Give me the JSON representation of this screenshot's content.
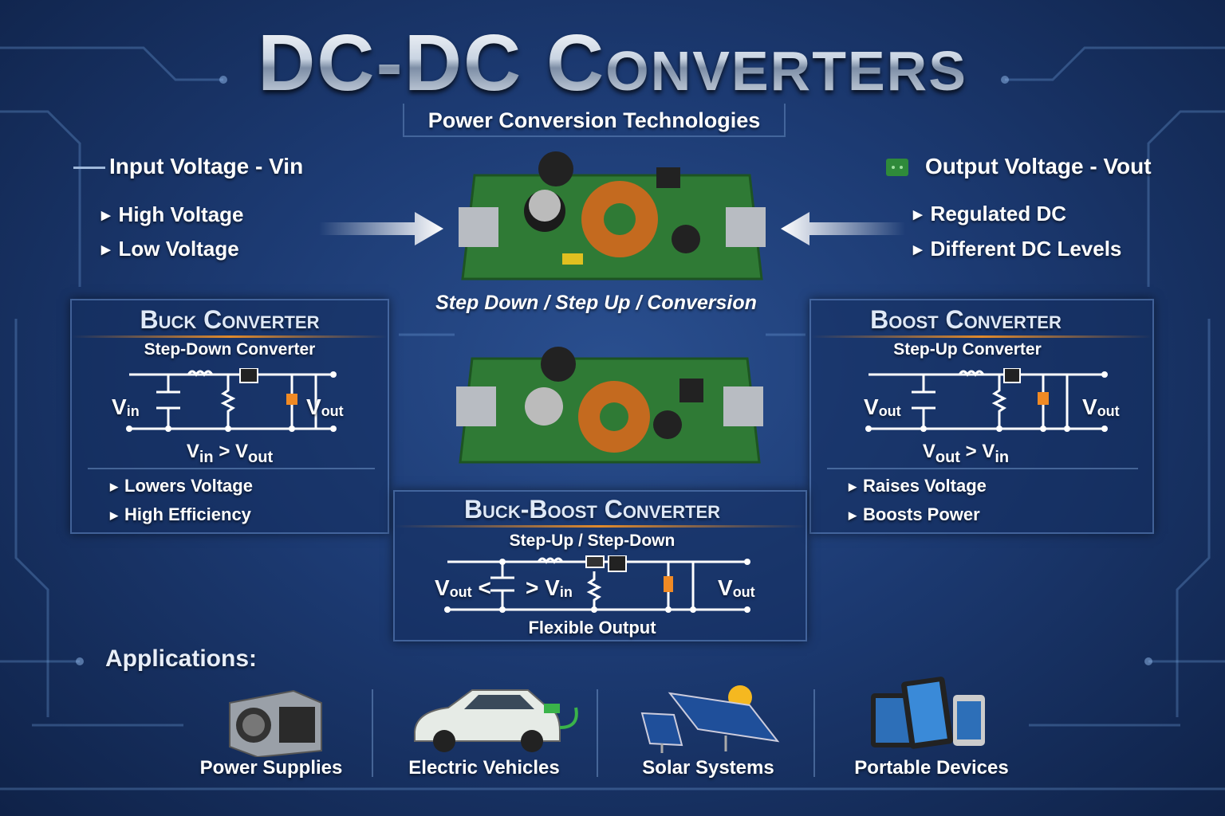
{
  "title": "DC-DC Converters",
  "subtitle": "Power Conversion Technologies",
  "input": {
    "heading": "Input Voltage - Vin",
    "items": [
      "High Voltage",
      "Low Voltage"
    ]
  },
  "output": {
    "heading": "Output Voltage - Vout",
    "items": [
      "Regulated DC",
      "Different DC Levels"
    ]
  },
  "center_caption": "Step Down / Step Up / Conversion",
  "buck": {
    "title": "Buck Converter",
    "subtitle": "Step-Down Converter",
    "left": {
      "v": "V",
      "s": "in"
    },
    "right": {
      "v": "V",
      "s": "out"
    },
    "relation": {
      "a": "V",
      "as": "in",
      "op": " > ",
      "b": "V",
      "bs": "out"
    },
    "bullets": [
      "Lowers Voltage",
      "High Efficiency"
    ]
  },
  "boost": {
    "title": "Boost Converter",
    "subtitle": "Step-Up Converter",
    "left": {
      "v": "V",
      "s": "out"
    },
    "right": {
      "v": "V",
      "s": "out"
    },
    "relation": {
      "a": "V",
      "as": "out",
      "op": " > ",
      "b": "V",
      "bs": "in"
    },
    "bullets": [
      "Raises Voltage",
      "Boosts Power"
    ]
  },
  "buckboost": {
    "title": "Buck-Boost Converter",
    "subtitle": "Step-Up / Step-Down",
    "left": {
      "v": "V",
      "s": "out",
      "op": " <"
    },
    "mid": {
      "op": "> ",
      "v": "V",
      "s": "in"
    },
    "right": {
      "v": "V",
      "s": "out"
    },
    "footer": "Flexible Output"
  },
  "applications": {
    "label": "Applications:",
    "items": [
      "Power Supplies",
      "Electric Vehicles",
      "Solar Systems",
      "Portable Devices"
    ]
  },
  "colors": {
    "background": "#1c3a72",
    "accent": "#e08a2c",
    "pcb": "#2f7a35"
  }
}
